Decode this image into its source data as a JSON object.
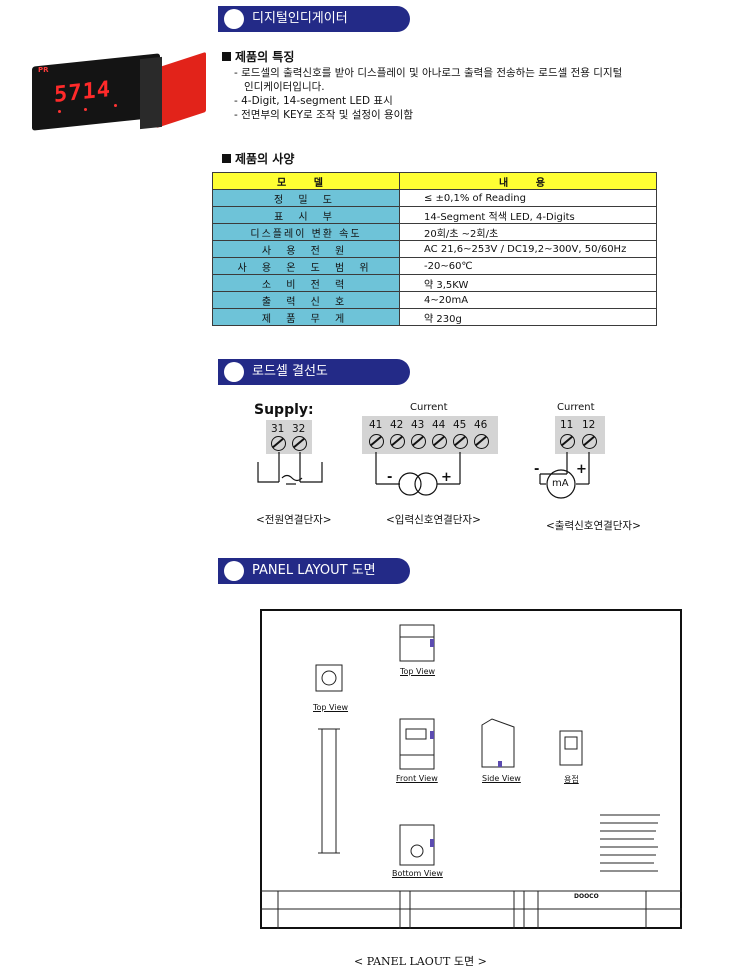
{
  "sections": {
    "title1": "디지털인디게이터",
    "title2": "로드셀 결선도",
    "title3": "PANEL LAYOUT 도면"
  },
  "device": {
    "display": "5714",
    "brand": "PR"
  },
  "features": {
    "heading": "제품의 특징",
    "items": [
      "- 로드셀의 출력신호를 받아 디스플레이 및 아나로그 출력을 전송하는 로드셀 전용 디지털",
      "  인디케이터입니다.",
      "- 4-Digit, 14-segment LED 표시",
      "- 전면부의 KEY로 조작 및 설정이 용이함"
    ]
  },
  "specs": {
    "heading": "제품의 사양",
    "col_model": "모 델",
    "col_content": "내 용",
    "rows": [
      {
        "k": "정 밀 도",
        "v": "≤ ±0,1% of Reading"
      },
      {
        "k": "표 시 부",
        "v": "14-Segment 적색 LED, 4-Digits"
      },
      {
        "k": "디스플레이 변환 속도",
        "v": "20회/초 ~2회/초"
      },
      {
        "k": "사 용 전 원",
        "v": "AC 21,6~253V / DC19,2~300V, 50/60Hz"
      },
      {
        "k": "사 용 온 도 범 위",
        "v": "-20~60℃"
      },
      {
        "k": "소 비 전 력",
        "v": "약 3,5KW"
      },
      {
        "k": "출 력 신 호",
        "v": "4~20mA"
      },
      {
        "k": "제 품 무 게",
        "v": "약 230g"
      }
    ]
  },
  "wiring": {
    "supply_label": "Supply:",
    "supply_terms": [
      "31",
      "32"
    ],
    "input_label": "Current",
    "input_terms": [
      "41",
      "42",
      "43",
      "44",
      "45",
      "46"
    ],
    "output_label": "Current",
    "output_terms": [
      "11",
      "12"
    ],
    "minus": "-",
    "plus": "+",
    "ma": "mA",
    "cap_power": "<전원연결단자>",
    "cap_input": "<입력신호연결단자>",
    "cap_output": "<출력신호연결단자>"
  },
  "drawing": {
    "top_view": "Top View",
    "top_view2": "Top View",
    "front_view": "Front View",
    "side_view": "Side View",
    "cut": "용접",
    "bottom_view": "Bottom View",
    "title_block": "DOOCO",
    "caption": "< PANEL LAOUT 도면 >"
  }
}
